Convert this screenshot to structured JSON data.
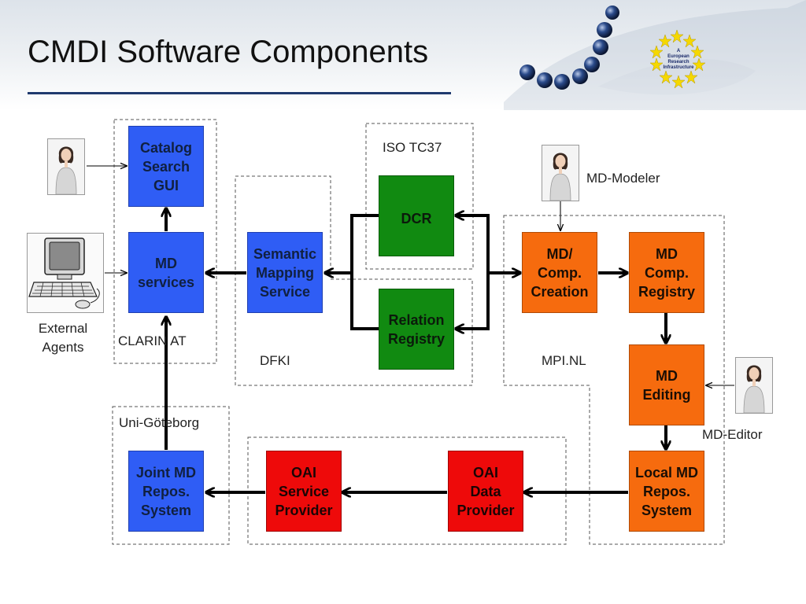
{
  "slide": {
    "title": "CMDI Software Components",
    "logo_text": "A\nEuropean\nResearch\nInfrastructure"
  },
  "groups": {
    "clarin_at": "CLARIN  AT",
    "iso_tc37": "ISO TC37",
    "dfki": "DFKI",
    "mpi_nl": "MPI.NL",
    "uni_goteborg": "Uni-Göteborg"
  },
  "components": {
    "catalog_search_gui": "Catalog\nSearch\nGUI",
    "md_services": "MD\nservices",
    "semantic_mapping_service": "Semantic\nMapping\nService",
    "dcr": "DCR",
    "relation_registry": "Relation\nRegistry",
    "md_comp_creation": "MD/\nComp.\nCreation",
    "md_comp_registry": "MD\nComp.\nRegistry",
    "md_editing": "MD\nEditing",
    "local_md_repos_system": "Local MD\nRepos.\nSystem",
    "oai_data_provider": "OAI\nData\nProvider",
    "oai_service_provider": "OAI\nService\nProvider",
    "joint_md_repos_system": "Joint MD\nRepos.\nSystem"
  },
  "actors": {
    "external_agents": "External\nAgents",
    "md_modeler": "MD-Modeler",
    "md_editor": "MD-Editor"
  },
  "colors": {
    "blue": "#2f5df5",
    "green": "#118a11",
    "orange": "#f66b0e",
    "red": "#ee0a0a",
    "title_rule": "#1f3a6e"
  }
}
